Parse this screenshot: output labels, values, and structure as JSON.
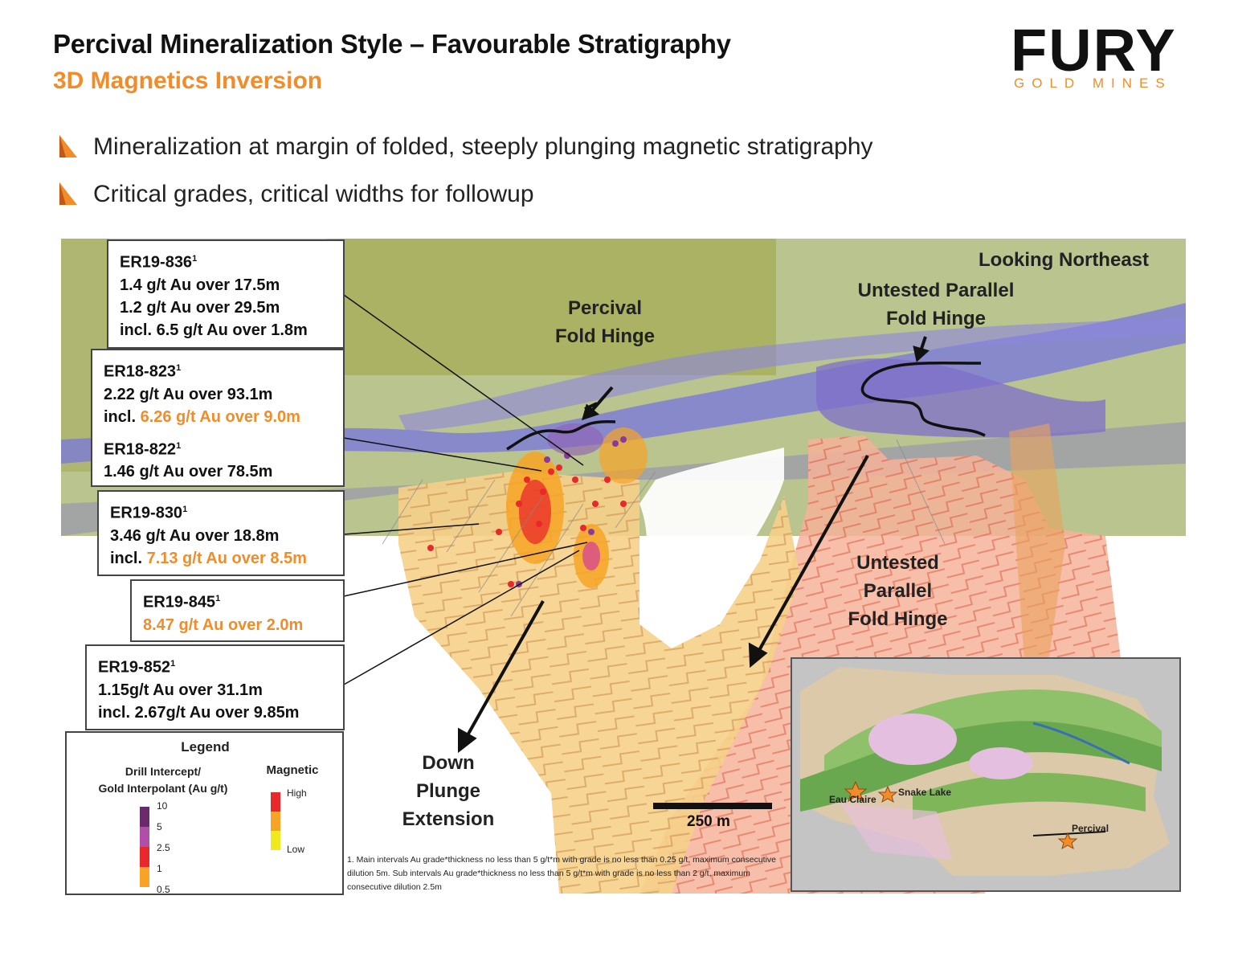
{
  "header": {
    "title": "Percival Mineralization Style – Favourable Stratigraphy",
    "subtitle": "3D Magnetics Inversion"
  },
  "logo": {
    "word": "FURY",
    "sub": "GOLD MINES",
    "accent_color": "#f28c28"
  },
  "bullets": [
    "Mineralization at margin of folded, steeply plunging magnetic stratigraphy",
    "Critical grades, critical widths for followup"
  ],
  "scene": {
    "view_label": "Looking Northeast",
    "labels": {
      "percival_hinge": [
        "Percival",
        "Fold Hinge"
      ],
      "untested_top": [
        "Untested Parallel",
        "Fold Hinge"
      ],
      "untested_mid": [
        "Untested",
        "Parallel",
        "Fold Hinge"
      ],
      "down_plunge": [
        "Down",
        "Plunge",
        "Extension"
      ]
    },
    "scale_bar": "250 m"
  },
  "callouts": [
    {
      "id": "ER19-836",
      "lines": [
        {
          "text": "1.4 g/t Au over 17.5m",
          "highlight": false
        },
        {
          "text": "1.2 g/t Au over 29.5m",
          "highlight": false
        },
        {
          "text": "incl. 6.5 g/t Au over 1.8m",
          "highlight": false
        }
      ]
    },
    {
      "id": "ER18-823",
      "lines": [
        {
          "text": "2.22 g/t Au over 93.1m",
          "highlight": false
        },
        {
          "prefix": "incl. ",
          "text": "6.26 g/t Au over 9.0m",
          "highlight": true
        }
      ],
      "id2": "ER18-822",
      "lines2": [
        {
          "text": "1.46 g/t Au over 78.5m",
          "highlight": false
        }
      ]
    },
    {
      "id": "ER19-830",
      "lines": [
        {
          "text": "3.46 g/t Au over 18.8m",
          "highlight": false
        },
        {
          "prefix": "incl. ",
          "text": "7.13 g/t Au over 8.5m",
          "highlight": true
        }
      ]
    },
    {
      "id": "ER19-845",
      "lines": [
        {
          "text": "8.47 g/t Au over 2.0m",
          "highlight": true
        }
      ]
    },
    {
      "id": "ER19-852",
      "lines": [
        {
          "text": "1.15g/t Au over 31.1m",
          "highlight": false
        },
        {
          "text": "incl. 2.67g/t Au over 9.85m",
          "highlight": false
        }
      ]
    }
  ],
  "footnote_marker": "1",
  "legend": {
    "title": "Legend",
    "gold_title": [
      "Drill Intercept/",
      "Gold Interpolant (Au g/t)"
    ],
    "gold_ticks": [
      "10",
      "5",
      "2.5",
      "1",
      "0.5"
    ],
    "gold_colors": [
      "#6b2a6e",
      "#b04fa8",
      "#e8282b",
      "#f7a426"
    ],
    "mag_title": "Magnetic",
    "mag_ticks": [
      "High",
      "Low"
    ],
    "mag_colors": [
      "#e8282b",
      "#f7a426",
      "#f2e81e"
    ]
  },
  "footnote": "1. Main intervals Au grade*thickness no less than 5 g/t*m with grade is no less than 0.25 g/t, maximum consecutive dilution 5m. Sub intervals Au grade*thickness no less than 5 g/t*m with grade is no less than 2 g/t, maximum consecutive dilution 2.5m",
  "inset": {
    "labels": [
      "Eau Claire",
      "Snake Lake",
      "Percival"
    ]
  }
}
